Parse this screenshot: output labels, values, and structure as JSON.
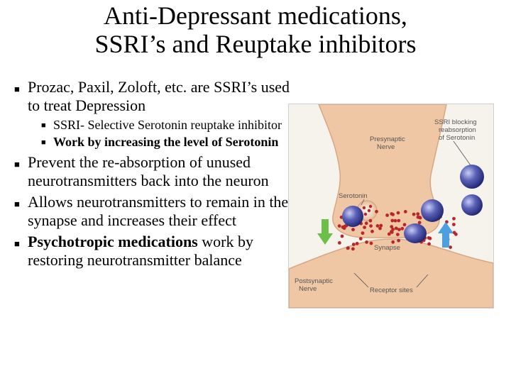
{
  "title": {
    "line1": "Anti-Depressant medications,",
    "line2": "SSRI’s and Reuptake inhibitors"
  },
  "bullets": [
    {
      "text": "Prozac, Paxil, Zoloft, etc. are SSRI’s used to treat Depression"
    },
    {
      "text": "SSRI- Selective Serotonin reuptake inhibitor"
    },
    {
      "text": "Work by increasing the level of Serotonin"
    },
    {
      "text": "Prevent the re-absorption of unused neurotransmitters back into the neuron"
    },
    {
      "text": "Allows neurotransmitters to remain in the synapse and increases their effect"
    },
    {
      "bold": "Psychotropic medications",
      "rest": " work by restoring neurotransmitter balance"
    }
  ],
  "figure": {
    "label_ssri_line1": "SSRI blocking",
    "label_ssri_line2": "reabsorption",
    "label_ssri_line3": "of Serotonin",
    "label_presynaptic_line1": "Presynaptic",
    "label_presynaptic_line2": "Nerve",
    "label_serotonin": "Serotonin",
    "label_synapse": "Synapse",
    "label_postsynaptic_line1": "Postsynaptic",
    "label_postsynaptic_line2": "Nerve",
    "label_receptor_sites": "Receptor sites"
  },
  "colors": {
    "neuron": "#f0c7a4",
    "serotonin_dot": "#b8262b",
    "ssri_pill": "#5c62b8",
    "left_arrow": "#6cc04a",
    "right_arrow": "#4aa0e0"
  }
}
